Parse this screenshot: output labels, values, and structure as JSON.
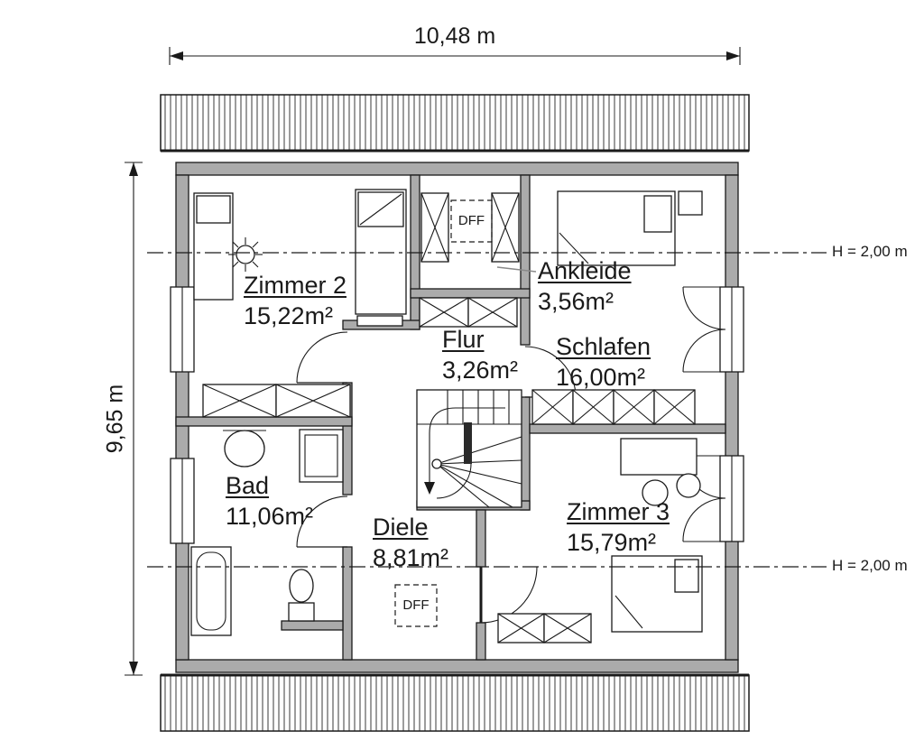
{
  "dimensions": {
    "width": "10,48 m",
    "height": "9,65 m"
  },
  "height_lines": [
    {
      "label": "H = 2,00 m"
    },
    {
      "label": "H = 2,00 m"
    }
  ],
  "rooms": [
    {
      "name": "Zimmer 2",
      "area": "15,22m²"
    },
    {
      "name": "Ankleide",
      "area": "3,56m²"
    },
    {
      "name": "Flur",
      "area": "3,26m²"
    },
    {
      "name": "Schlafen",
      "area": "16,00m²"
    },
    {
      "name": "Bad",
      "area": "11,06m²"
    },
    {
      "name": "Diele",
      "area": "8,81m²"
    },
    {
      "name": "Zimmer 3",
      "area": "15,79m²"
    }
  ],
  "skylights": [
    {
      "label": "DFF"
    },
    {
      "label": "DFF"
    }
  ],
  "colors": {
    "wall_fill": "#ababab",
    "line": "#1a1a1a",
    "background": "#ffffff"
  }
}
